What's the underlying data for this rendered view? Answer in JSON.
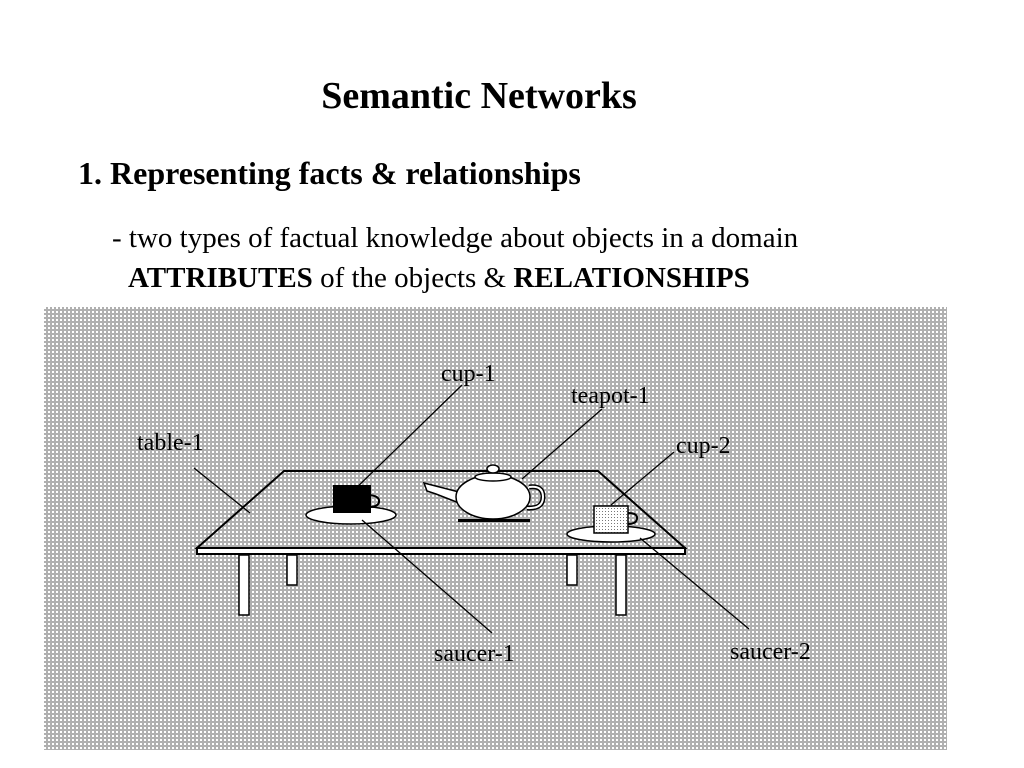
{
  "slide": {
    "title": "Semantic Networks",
    "heading": "1. Representing facts & relationships",
    "line1": "- two types of factual knowledge about objects in a domain",
    "line2": {
      "attributes": "ATTRIBUTES",
      "middle": " of the objects & ",
      "relationships": "RELATIONSHIPS"
    }
  },
  "figure": {
    "labels": {
      "cup1": "cup-1",
      "teapot1": "teapot-1",
      "table1": "table-1",
      "cup2": "cup-2",
      "saucer1": "saucer-1",
      "saucer2": "saucer-2"
    },
    "colors": {
      "background_base": "#b0b0b0",
      "background_dots": "#ffffff",
      "object_fill": "#ffffff",
      "cup1_fill": "#000000"
    }
  }
}
